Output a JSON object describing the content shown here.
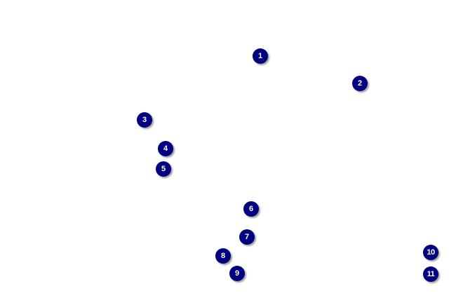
{
  "markers": [
    {
      "label": "1"
    },
    {
      "label": "2"
    },
    {
      "label": "3"
    },
    {
      "label": "4"
    },
    {
      "label": "5"
    },
    {
      "label": "6"
    },
    {
      "label": "7"
    },
    {
      "label": "8"
    },
    {
      "label": "9"
    },
    {
      "label": "10"
    },
    {
      "label": "11"
    }
  ],
  "colors": {
    "marker_fill": "#000080",
    "marker_text": "#ffffff",
    "background": "#ffffff"
  }
}
